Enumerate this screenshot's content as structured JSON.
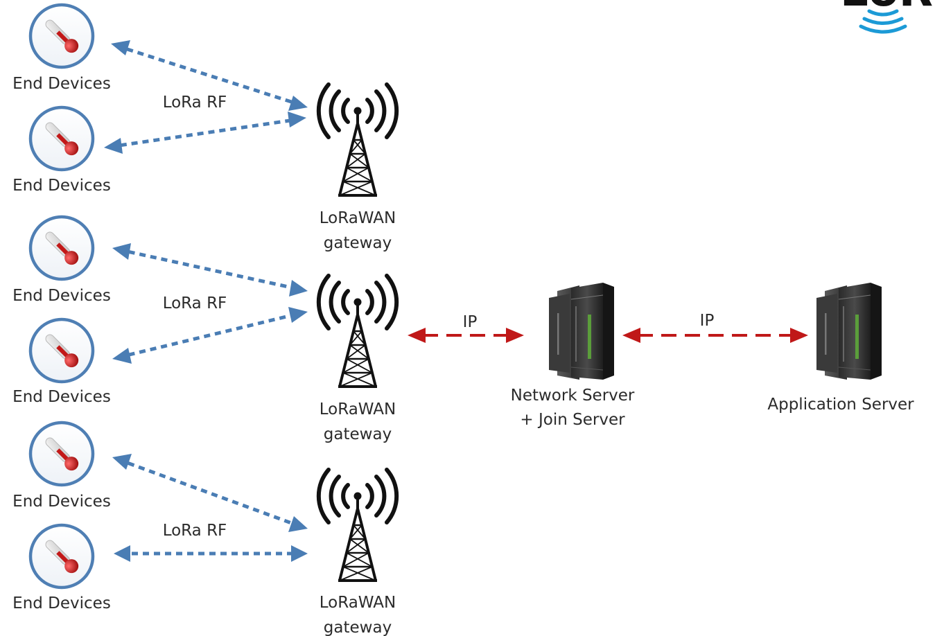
{
  "logo": {
    "text": "LoR"
  },
  "end_device_label": "End Devices",
  "groups": [
    {
      "rf_label": "LoRa RF",
      "gateway_label_line1": "LoRaWAN",
      "gateway_label_line2": "gateway"
    },
    {
      "rf_label": "LoRa RF",
      "gateway_label_line1": "LoRaWAN",
      "gateway_label_line2": "gateway"
    },
    {
      "rf_label": "LoRa RF",
      "gateway_label_line1": "LoRaWAN",
      "gateway_label_line2": "gateway"
    }
  ],
  "network_server": {
    "line1": "Network Server",
    "line2": "+ Join Server"
  },
  "application_server": {
    "label": "Application Server"
  },
  "links": {
    "gateway_to_network": "IP",
    "network_to_application": "IP"
  },
  "colors": {
    "rf_arrow": "#4a7db4",
    "ip_arrow": "#c01818",
    "device_ring": "#4f7fb4",
    "thermometer": "#d21c1c",
    "logo_waves": "#1c9ad6"
  }
}
